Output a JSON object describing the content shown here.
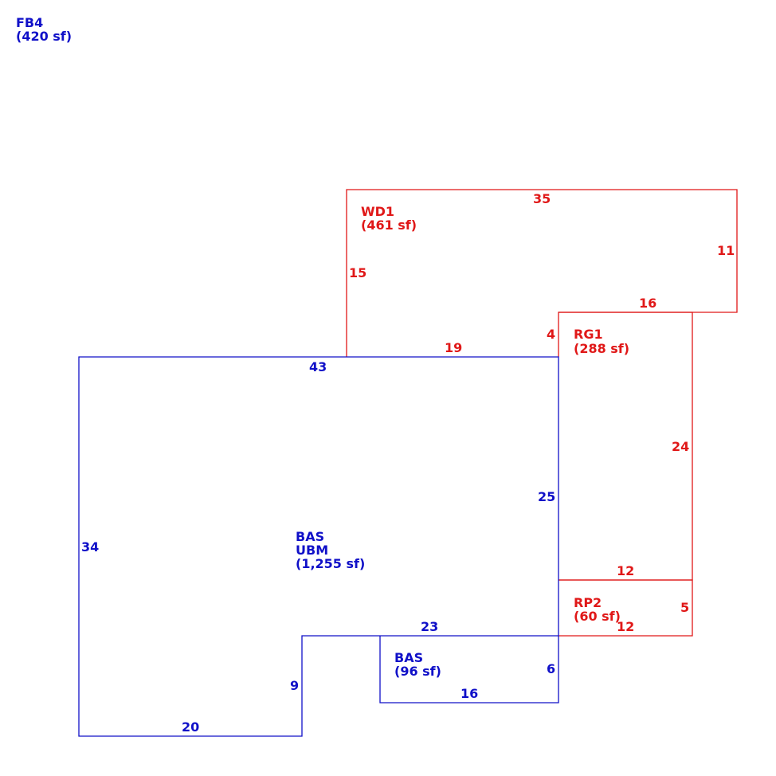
{
  "colors": {
    "main": "#1010c8",
    "addition": "#e01818"
  },
  "areas": {
    "fb4": {
      "code": "FB4",
      "area": "(420 sf)"
    },
    "wd1": {
      "code": "WD1",
      "area": "(461 sf)"
    },
    "rg1": {
      "code": "RG1",
      "area": "(288 sf)"
    },
    "rp2": {
      "code": "RP2",
      "area": "(60 sf)"
    },
    "bas_main": {
      "code": "BAS",
      "code2": "UBM",
      "area": "(1,255 sf)"
    },
    "bas_small": {
      "code": "BAS",
      "area": "(96 sf)"
    }
  },
  "dims": {
    "wd1_top": "35",
    "wd1_right": "11",
    "wd1_left": "15",
    "wd1_bottom": "19",
    "wd1_inner_top": "16",
    "rg1_left": "4",
    "rg1_right": "24",
    "rg1_bottom": "12",
    "rp2_right": "5",
    "rp2_bottom": "12",
    "bas_top": "43",
    "bas_left": "34",
    "bas_right": "25",
    "bas_bottom": "20",
    "bas_notch_side": "9",
    "bas_notch_top": "23",
    "small_right": "6",
    "small_bottom": "16"
  }
}
